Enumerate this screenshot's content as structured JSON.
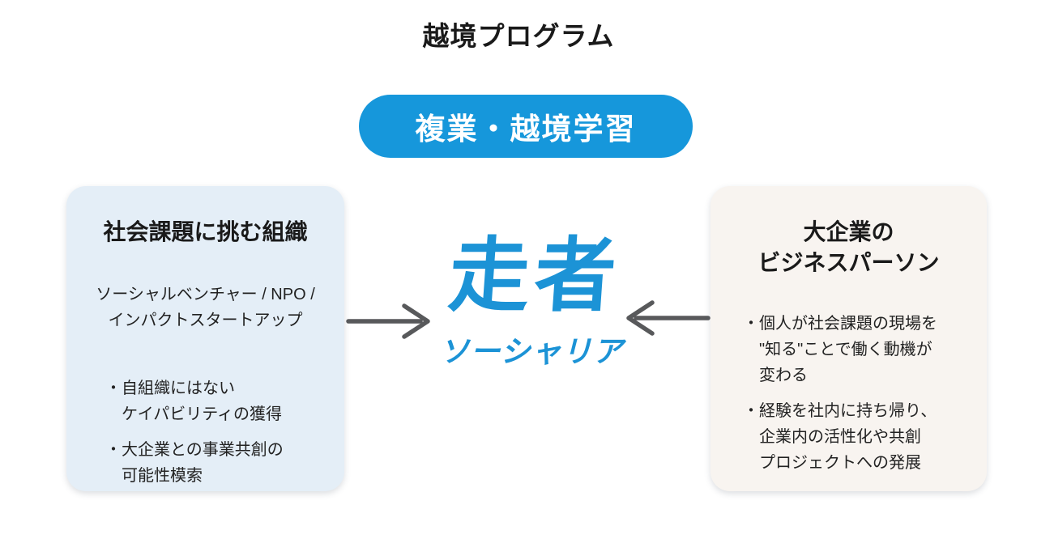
{
  "title": "越境プログラム",
  "pill": {
    "label": "複業・越境学習"
  },
  "bullet_char": "・",
  "left_box": {
    "heading": "社会課題に挑む組織",
    "subtext": "ソーシャルベンチャー / NPO /\nインパクトスタートアップ",
    "bullets": [
      "自組織にはない\nケイパビリティの獲得",
      "大企業との事業共創の\n可能性模索"
    ]
  },
  "logo": {
    "main": "走者",
    "sub": "ソーシャリア"
  },
  "right_box": {
    "heading": "大企業の\nビジネスパーソン",
    "bullets": [
      "個人が社会課題の現場を\n\"知る\"ことで働く動機が\n変わる",
      "経験を社内に持ち帰り、\n企業内の活性化や共創\nプロジェクトへの発展"
    ]
  },
  "colors": {
    "pill_bg": "#1697DB",
    "pill_text": "#FFFFFF",
    "logo_blue": "#1C93D6",
    "left_box_bg": "#E4EEF7",
    "right_box_bg": "#F8F4F0",
    "arrow": "#58595B",
    "text": "#1F1F1F"
  }
}
